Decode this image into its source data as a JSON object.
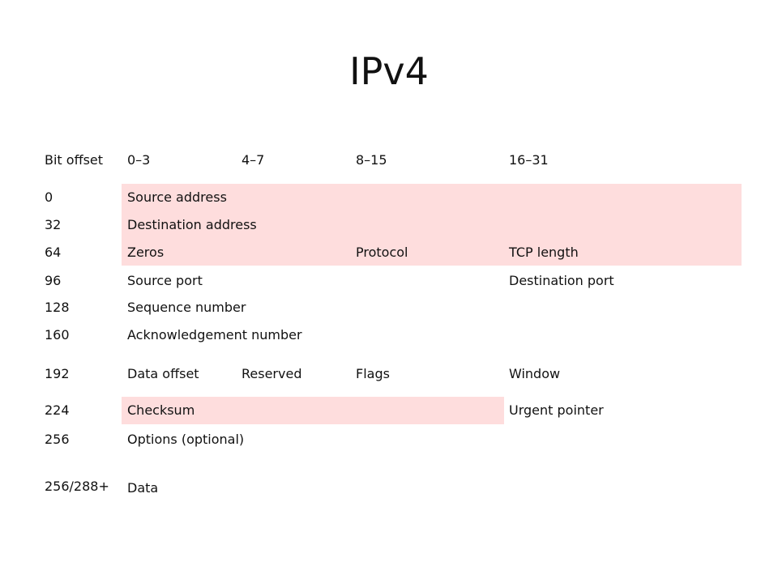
{
  "title": "IPv4",
  "header": {
    "bit_offset": "Bit offset",
    "col_0_3": "0–3",
    "col_4_7": "4–7",
    "col_8_15": "8–15",
    "col_16_31": "16–31"
  },
  "rows": [
    {
      "offset": "0",
      "fields": [
        "Source address"
      ]
    },
    {
      "offset": "32",
      "fields": [
        "Destination address"
      ]
    },
    {
      "offset": "64",
      "fields": [
        "Zeros",
        "Protocol",
        "TCP length"
      ]
    },
    {
      "offset": "96",
      "fields": [
        "Source port",
        "Destination port"
      ]
    },
    {
      "offset": "128",
      "fields": [
        "Sequence number"
      ]
    },
    {
      "offset": "160",
      "fields": [
        "Acknowledgement number"
      ]
    },
    {
      "offset": "192",
      "fields": [
        "Data offset",
        "Reserved",
        "Flags",
        "Window"
      ]
    },
    {
      "offset": "224",
      "fields": [
        "Checksum",
        "Urgent pointer"
      ]
    },
    {
      "offset": "256",
      "fields": [
        "Options (optional)"
      ]
    },
    {
      "offset": "256/288+",
      "fields": [
        "Data"
      ]
    }
  ],
  "colors": {
    "highlight": "#fedddd",
    "text": "#111111",
    "background": "#ffffff"
  }
}
